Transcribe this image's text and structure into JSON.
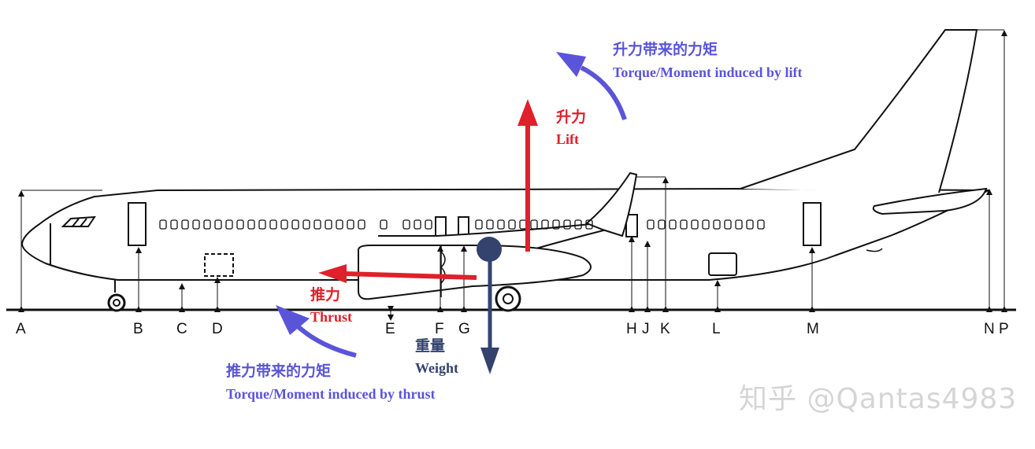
{
  "colors": {
    "lift": "#e0202a",
    "thrust": "#e0202a",
    "weight": "#34426e",
    "moment": "#5a55d8",
    "outline": "#111111"
  },
  "labels": {
    "lift_cn": "升力",
    "lift_en": "Lift",
    "thrust_cn": "推力",
    "thrust_en": "Thrust",
    "weight_cn": "重量",
    "weight_en": "Weight",
    "lift_moment_cn": "升力带来的力矩",
    "lift_moment_en": "Torque/Moment induced by lift",
    "thrust_moment_cn": "推力带来的力矩",
    "thrust_moment_en": "Torque/Moment induced by thrust"
  },
  "stations": [
    "A",
    "B",
    "C",
    "D",
    "E",
    "F",
    "G",
    "H",
    "J",
    "K",
    "L",
    "M",
    "N",
    "P"
  ],
  "watermark": "知乎 @Qantas4983"
}
